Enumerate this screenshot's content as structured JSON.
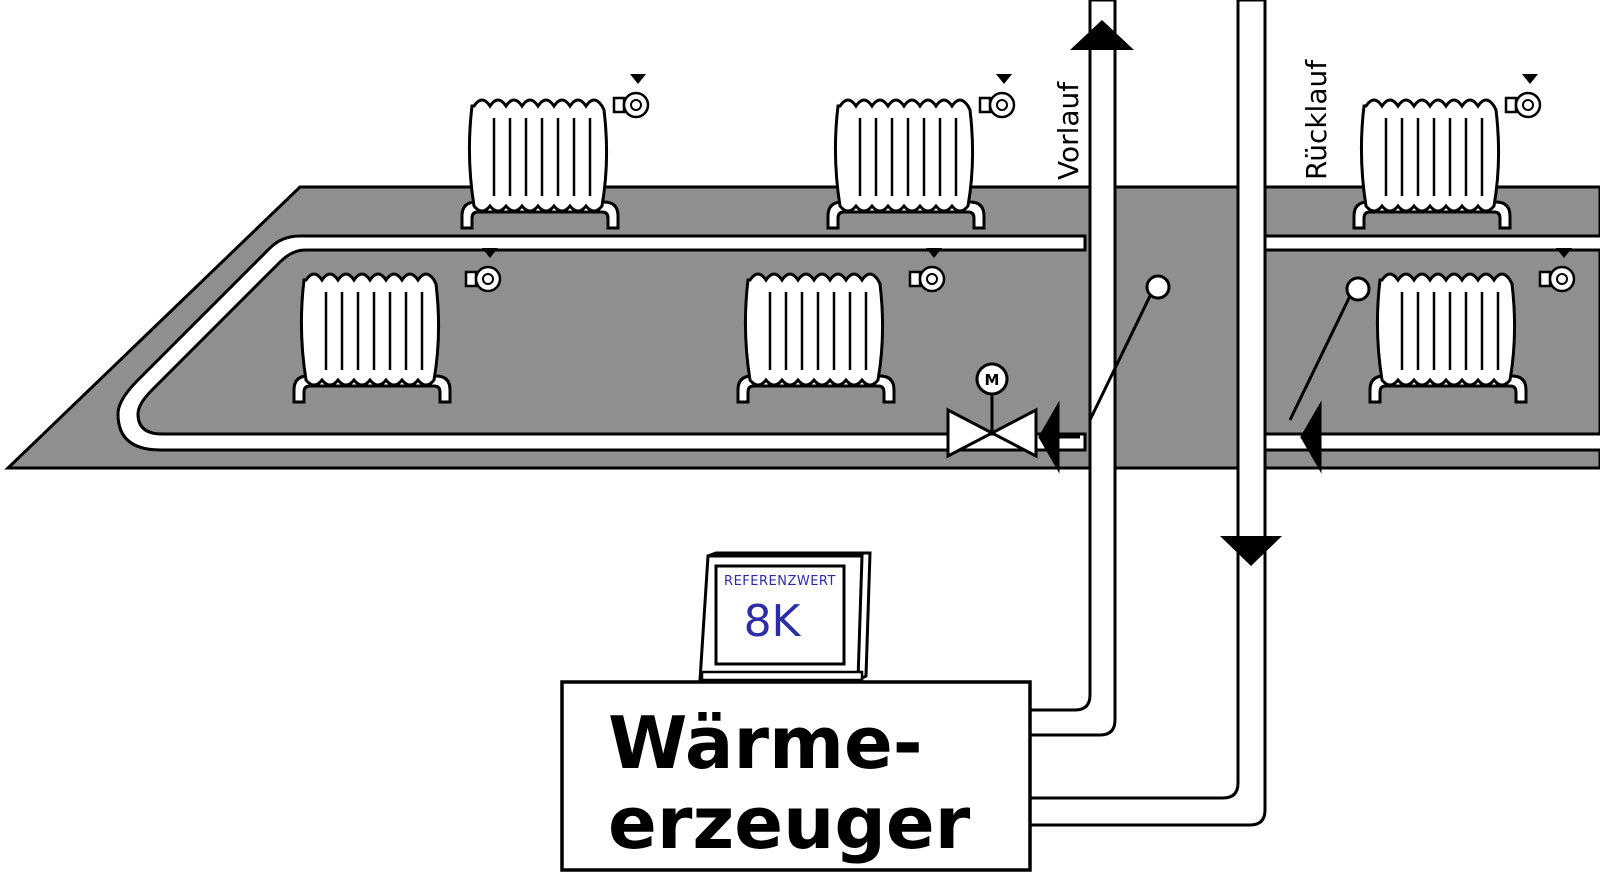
{
  "labels": {
    "flow": "Vorlauf",
    "return": "Rücklauf",
    "motor": "M"
  },
  "display": {
    "caption": "REFERENZWERT",
    "value": "8K"
  },
  "boiler": {
    "line1": "Wärme-",
    "line2": "erzeuger"
  },
  "colors": {
    "floor": "#8f8f8f",
    "outline": "#000000",
    "pipe": "#ffffff",
    "display_text": "#2c2ca8"
  },
  "icons": [
    "radiator-icon",
    "thermostat-valve-icon",
    "motorized-valve-icon",
    "sensor-icon",
    "flow-arrow-icon",
    "check-valve-icon",
    "controller-display-icon"
  ]
}
